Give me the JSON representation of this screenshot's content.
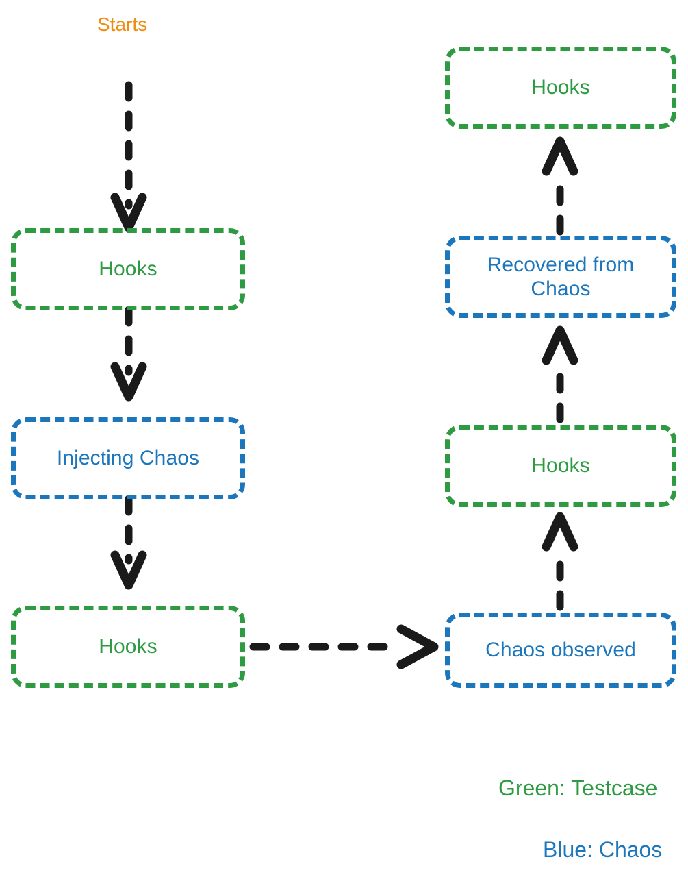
{
  "diagram": {
    "title_label": "Starts",
    "colors": {
      "green": "#2e9b42",
      "blue": "#1c76bc",
      "orange": "#f08c11",
      "arrow": "#1a1a1a",
      "background": "#ffffff"
    },
    "nodes": [
      {
        "id": "hooks-1",
        "label": "Hooks",
        "kind": "green",
        "column": "left",
        "order": 1
      },
      {
        "id": "injecting-chaos",
        "label": "Injecting Chaos",
        "kind": "blue",
        "column": "left",
        "order": 2
      },
      {
        "id": "hooks-2",
        "label": "Hooks",
        "kind": "green",
        "column": "left",
        "order": 3
      },
      {
        "id": "chaos-observed",
        "label": "Chaos observed",
        "kind": "blue",
        "column": "right",
        "order": 1
      },
      {
        "id": "hooks-3",
        "label": "Hooks",
        "kind": "green",
        "column": "right",
        "order": 2
      },
      {
        "id": "recovered-from-chaos",
        "label": "Recovered from\nChaos",
        "kind": "blue",
        "column": "right",
        "order": 3
      },
      {
        "id": "hooks-4",
        "label": "Hooks",
        "kind": "green",
        "column": "right",
        "order": 4
      }
    ],
    "edges": [
      {
        "from": "start",
        "to": "hooks-1",
        "style": "dashed",
        "direction": "down"
      },
      {
        "from": "hooks-1",
        "to": "injecting-chaos",
        "style": "dashed",
        "direction": "down"
      },
      {
        "from": "injecting-chaos",
        "to": "hooks-2",
        "style": "dashed",
        "direction": "down"
      },
      {
        "from": "hooks-2",
        "to": "chaos-observed",
        "style": "dashed",
        "direction": "right"
      },
      {
        "from": "chaos-observed",
        "to": "hooks-3",
        "style": "dashed",
        "direction": "up"
      },
      {
        "from": "hooks-3",
        "to": "recovered-from-chaos",
        "style": "dashed",
        "direction": "up"
      },
      {
        "from": "recovered-from-chaos",
        "to": "hooks-4",
        "style": "dashed",
        "direction": "up"
      }
    ],
    "legend": [
      {
        "id": "legend-green",
        "text": "Green: Testcase",
        "kind": "green"
      },
      {
        "id": "legend-blue",
        "text": "Blue: Chaos",
        "kind": "blue"
      }
    ]
  }
}
